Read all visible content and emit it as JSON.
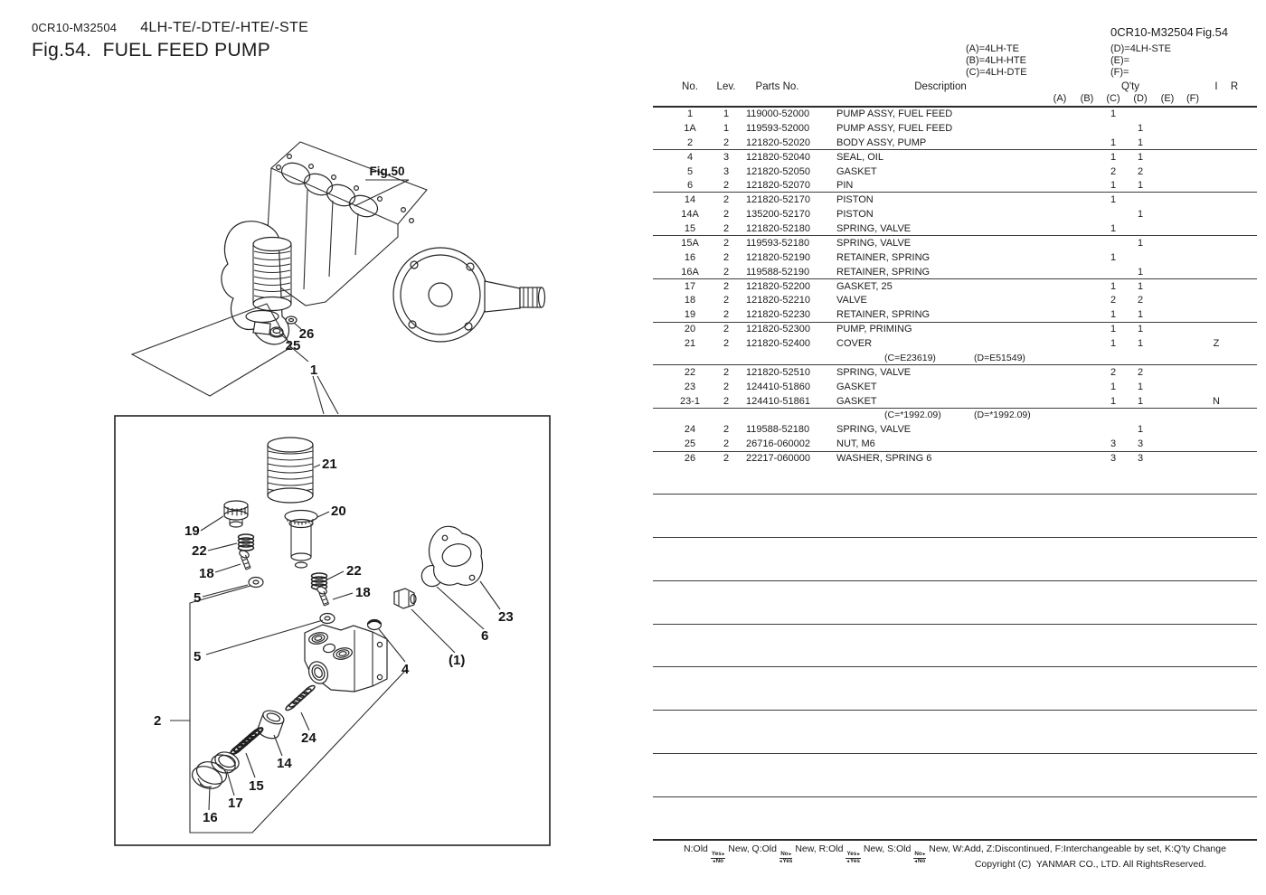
{
  "header": {
    "left": {
      "doc_code": "0CR10-M32504",
      "models": "4LH-TE/-DTE/-HTE/-STE",
      "fig_title": "Fig.54.  FUEL FEED PUMP"
    },
    "right": {
      "doc_code": "0CR10-M32504",
      "fig_no": "Fig.54"
    },
    "model_legend": {
      "col1": [
        "(A)=4LH-TE",
        "(B)=4LH-HTE",
        "(C)=4LH-DTE"
      ],
      "col2": [
        "(D)=4LH-STE",
        "(E)=",
        "(F)="
      ]
    }
  },
  "table": {
    "headers": {
      "no": "No.",
      "lev": "Lev.",
      "parts_no": "Parts No.",
      "description": "Description",
      "qty": "Q'ty",
      "interchange": "I",
      "remarks": "R"
    },
    "qty_columns": [
      "(A)",
      "(B)",
      "(C)",
      "(D)",
      "(E)",
      "(F)"
    ],
    "rows": [
      {
        "no": "1",
        "lev": "1",
        "parts_no": "119000-52000",
        "desc": "PUMP ASSY, FUEL FEED",
        "qty": [
          "",
          "",
          "1",
          "",
          "",
          ""
        ],
        "i": "",
        "r": ""
      },
      {
        "no": "1A",
        "lev": "1",
        "parts_no": "119593-52000",
        "desc": "PUMP ASSY, FUEL FEED",
        "qty": [
          "",
          "",
          "",
          "1",
          "",
          ""
        ],
        "i": "",
        "r": ""
      },
      {
        "no": "2",
        "lev": "2",
        "parts_no": "121820-52020",
        "desc": "BODY ASSY, PUMP",
        "qty": [
          "",
          "",
          "1",
          "1",
          "",
          ""
        ],
        "i": "",
        "r": ""
      },
      {
        "no": "4",
        "lev": "3",
        "parts_no": "121820-52040",
        "desc": "SEAL, OIL",
        "qty": [
          "",
          "",
          "1",
          "1",
          "",
          ""
        ],
        "i": "",
        "r": ""
      },
      {
        "no": "5",
        "lev": "3",
        "parts_no": "121820-52050",
        "desc": "GASKET",
        "qty": [
          "",
          "",
          "2",
          "2",
          "",
          ""
        ],
        "i": "",
        "r": ""
      },
      {
        "no": "6",
        "lev": "2",
        "parts_no": "121820-52070",
        "desc": "PIN",
        "qty": [
          "",
          "",
          "1",
          "1",
          "",
          ""
        ],
        "i": "",
        "r": ""
      },
      {
        "no": "14",
        "lev": "2",
        "parts_no": "121820-52170",
        "desc": "PISTON",
        "qty": [
          "",
          "",
          "1",
          "",
          "",
          ""
        ],
        "i": "",
        "r": ""
      },
      {
        "no": "14A",
        "lev": "2",
        "parts_no": "135200-52170",
        "desc": "PISTON",
        "qty": [
          "",
          "",
          "",
          "1",
          "",
          ""
        ],
        "i": "",
        "r": ""
      },
      {
        "no": "15",
        "lev": "2",
        "parts_no": "121820-52180",
        "desc": "SPRING, VALVE",
        "qty": [
          "",
          "",
          "1",
          "",
          "",
          ""
        ],
        "i": "",
        "r": ""
      },
      {
        "no": "15A",
        "lev": "2",
        "parts_no": "119593-52180",
        "desc": "SPRING, VALVE",
        "qty": [
          "",
          "",
          "",
          "1",
          "",
          ""
        ],
        "i": "",
        "r": ""
      },
      {
        "no": "16",
        "lev": "2",
        "parts_no": "121820-52190",
        "desc": "RETAINER, SPRING",
        "qty": [
          "",
          "",
          "1",
          "",
          "",
          ""
        ],
        "i": "",
        "r": ""
      },
      {
        "no": "16A",
        "lev": "2",
        "parts_no": "119588-52190",
        "desc": "RETAINER, SPRING",
        "qty": [
          "",
          "",
          "",
          "1",
          "",
          ""
        ],
        "i": "",
        "r": ""
      },
      {
        "no": "17",
        "lev": "2",
        "parts_no": "121820-52200",
        "desc": "GASKET, 25",
        "qty": [
          "",
          "",
          "1",
          "1",
          "",
          ""
        ],
        "i": "",
        "r": ""
      },
      {
        "no": "18",
        "lev": "2",
        "parts_no": "121820-52210",
        "desc": "VALVE",
        "qty": [
          "",
          "",
          "2",
          "2",
          "",
          ""
        ],
        "i": "",
        "r": ""
      },
      {
        "no": "19",
        "lev": "2",
        "parts_no": "121820-52230",
        "desc": "RETAINER, SPRING",
        "qty": [
          "",
          "",
          "1",
          "1",
          "",
          ""
        ],
        "i": "",
        "r": ""
      },
      {
        "no": "20",
        "lev": "2",
        "parts_no": "121820-52300",
        "desc": "PUMP, PRIMING",
        "qty": [
          "",
          "",
          "1",
          "1",
          "",
          ""
        ],
        "i": "",
        "r": ""
      },
      {
        "no": "21",
        "lev": "2",
        "parts_no": "121820-52400",
        "desc": "COVER",
        "qty": [
          "",
          "",
          "1",
          "1",
          "",
          ""
        ],
        "i": "Z",
        "r": ""
      },
      {
        "note": true,
        "c": "(C=E23619)",
        "d": "(D=E51549)"
      },
      {
        "no": "22",
        "lev": "2",
        "parts_no": "121820-52510",
        "desc": "SPRING, VALVE",
        "qty": [
          "",
          "",
          "2",
          "2",
          "",
          ""
        ],
        "i": "",
        "r": ""
      },
      {
        "no": "23",
        "lev": "2",
        "parts_no": "124410-51860",
        "desc": "GASKET",
        "qty": [
          "",
          "",
          "1",
          "1",
          "",
          ""
        ],
        "i": "",
        "r": ""
      },
      {
        "no": "23-1",
        "lev": "2",
        "parts_no": "124410-51861",
        "desc": "GASKET",
        "qty": [
          "",
          "",
          "1",
          "1",
          "",
          ""
        ],
        "i": "N",
        "r": ""
      },
      {
        "note": true,
        "c": "(C=*1992.09)",
        "d": "(D=*1992.09)"
      },
      {
        "no": "24",
        "lev": "2",
        "parts_no": "119588-52180",
        "desc": "SPRING, VALVE",
        "qty": [
          "",
          "",
          "",
          "1",
          "",
          ""
        ],
        "i": "",
        "r": ""
      },
      {
        "no": "25",
        "lev": "2",
        "parts_no": "26716-060002",
        "desc": "NUT, M6",
        "qty": [
          "",
          "",
          "3",
          "3",
          "",
          ""
        ],
        "i": "",
        "r": ""
      },
      {
        "no": "26",
        "lev": "2",
        "parts_no": "22217-060000",
        "desc": "WASHER, SPRING 6",
        "qty": [
          "",
          "",
          "3",
          "3",
          "",
          ""
        ],
        "i": "",
        "r": ""
      }
    ]
  },
  "diagram": {
    "fig_ref": "Fig.50",
    "top_callouts": {
      "n26": "26",
      "n25": "25",
      "n1": "1"
    },
    "box_callouts": {
      "n21": "21",
      "n20": "20",
      "n19": "19",
      "n22a": "22",
      "n18a": "18",
      "n5a": "5",
      "n5b": "5",
      "n22b": "22",
      "n18b": "18",
      "n2": "2",
      "n24": "24",
      "n14": "14",
      "n15": "15",
      "n17": "17",
      "n16": "16",
      "n4": "4",
      "n1p": "(1)",
      "n6": "6",
      "n23": "23"
    }
  },
  "footer": {
    "legend_pairs": [
      {
        "code": "N:Old",
        "top": "Yes",
        "bottom": "No",
        "tail": "New,"
      },
      {
        "code": "Q:Old",
        "top": "No",
        "bottom": "Yes",
        "tail": "New,"
      },
      {
        "code": "R:Old",
        "top": "Yes",
        "bottom": "Yes",
        "tail": "New,"
      },
      {
        "code": "S:Old",
        "top": "No",
        "bottom": "No",
        "tail": "New,"
      }
    ],
    "legend_suffix": "W:Add, Z:Discontinued, F:Interchangeable by set, K:Q'ty Change",
    "copyright": "Copyright (C)  YANMAR CO., LTD. All RightsReserved."
  }
}
